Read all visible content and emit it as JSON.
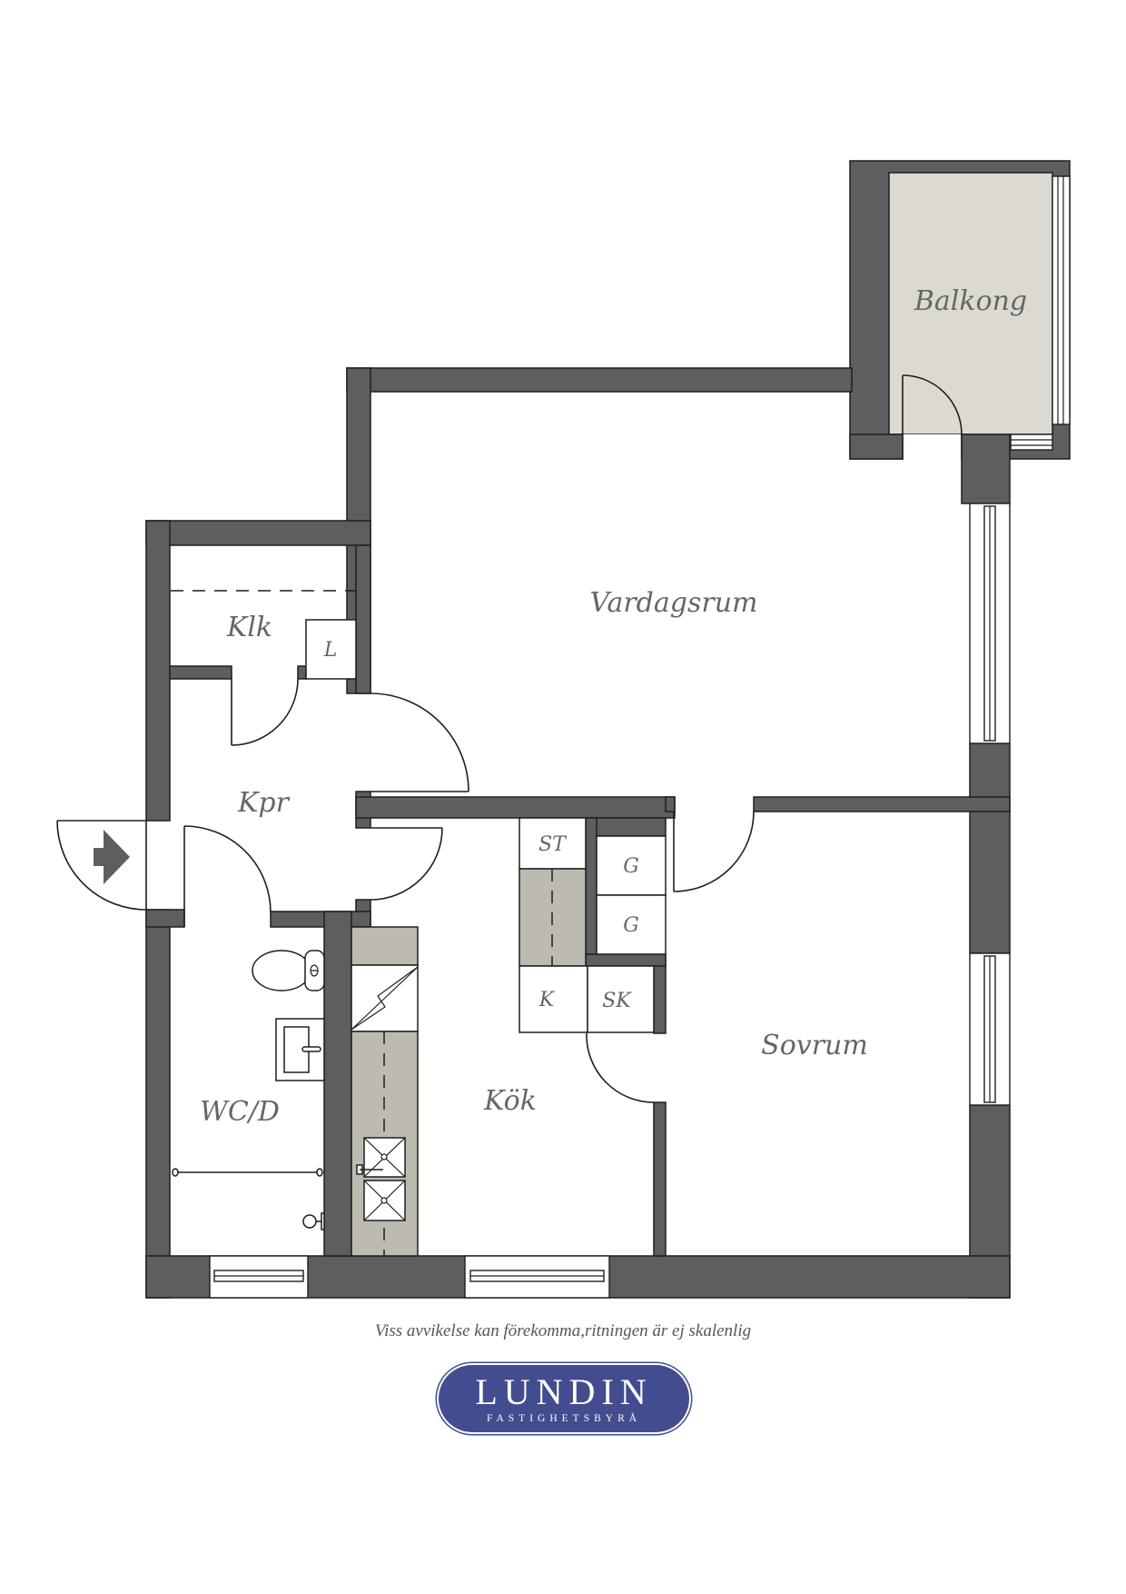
{
  "floorplan": {
    "rooms": {
      "balkong": "Balkong",
      "vardagsrum": "Vardagsrum",
      "klk": "Klk",
      "kpr": "Kpr",
      "wc": "WC/D",
      "kok": "Kök",
      "sovrum": "Sovrum"
    },
    "fixtures": {
      "linen": "L",
      "storage_top": "ST",
      "wardrobe_1": "G",
      "wardrobe_2": "G",
      "fridge": "K",
      "freezer": "SK"
    },
    "colors": {
      "wall": "#5e5e60",
      "balcony_floor": "#dcdad0",
      "counter": "#bdbab0",
      "label": "#666666",
      "brand": "#434c8e"
    }
  },
  "disclaimer": "Viss avvikelse kan förekomma,ritningen är ej skalenlig",
  "logo": {
    "name": "LUNDIN",
    "subtitle": "FASTIGHETSBYRÅ"
  }
}
